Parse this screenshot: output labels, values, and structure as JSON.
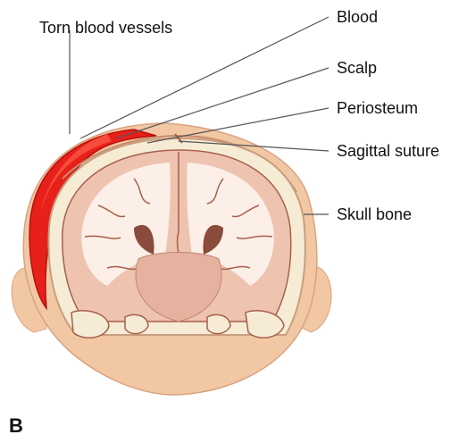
{
  "labels": {
    "torn_vessels": "Torn blood vessels",
    "blood": "Blood",
    "scalp": "Scalp",
    "periosteum": "Periosteum",
    "sagittal_suture": "Sagittal suture",
    "skull_bone": "Skull bone"
  },
  "panel_letter": "B",
  "colors": {
    "skin": "#f2c8a4",
    "skin_shadow": "#e3aa86",
    "blood": "#e8201a",
    "blood_dark": "#b80f0c",
    "bone": "#f6ecd6",
    "bone_edge": "#c99e7f",
    "brain_white": "#fbefe7",
    "brain_gray": "#eec3b0",
    "brain_deep": "#e6b2a0",
    "brain_dark": "#8a4a3c",
    "leader_line": "#555555"
  }
}
